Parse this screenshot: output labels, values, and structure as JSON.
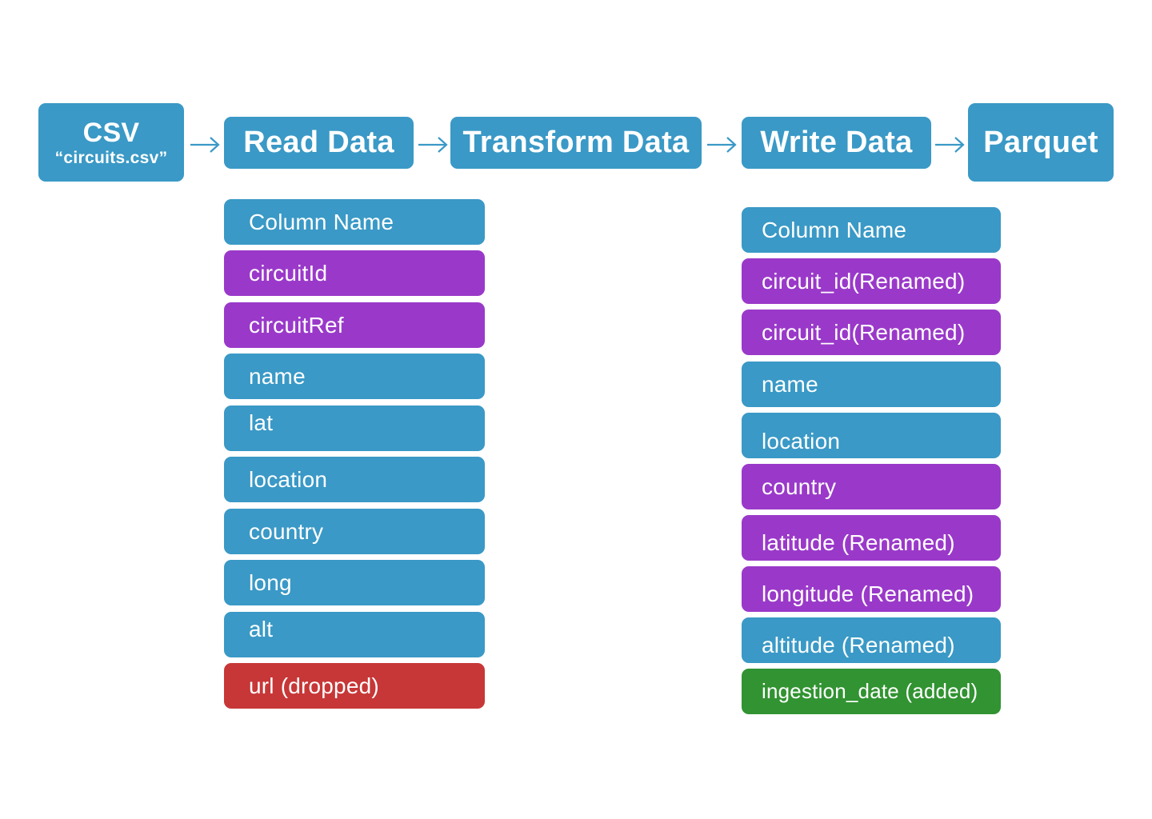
{
  "pipeline": {
    "source": {
      "title": "CSV",
      "subtitle": "“circuits.csv”"
    },
    "read": "Read Data",
    "transform": "Transform Data",
    "write": "Write Data",
    "sink": "Parquet"
  },
  "read_columns": {
    "header": "Column Name",
    "items": [
      {
        "label": "circuitId",
        "status": "renamed"
      },
      {
        "label": "circuitRef",
        "status": "renamed"
      },
      {
        "label": "name",
        "status": "kept"
      },
      {
        "label": "lat",
        "status": "kept"
      },
      {
        "label": "location",
        "status": "kept"
      },
      {
        "label": "country",
        "status": "kept"
      },
      {
        "label": "long",
        "status": "kept"
      },
      {
        "label": "alt",
        "status": "kept"
      },
      {
        "label": "url (dropped)",
        "status": "dropped"
      }
    ]
  },
  "write_columns": {
    "header": "Column Name",
    "items": [
      {
        "label": "circuit_id(Renamed)",
        "status": "renamed"
      },
      {
        "label": "circuit_id(Renamed)",
        "status": "renamed"
      },
      {
        "label": "name",
        "status": "kept"
      },
      {
        "label": "location",
        "status": "kept"
      },
      {
        "label": "country",
        "status": "renamed"
      },
      {
        "label": "latitude (Renamed)",
        "status": "renamed"
      },
      {
        "label": "longitude (Renamed)",
        "status": "renamed"
      },
      {
        "label": "altitude (Renamed)",
        "status": "kept"
      },
      {
        "label": "ingestion_date (added)",
        "status": "added"
      }
    ]
  },
  "colors": {
    "kept": "#3a99c6",
    "renamed": "#9a39c9",
    "dropped": "#c73737",
    "added": "#319331",
    "arrow": "#3a99c6"
  },
  "icons": {
    "flow_arrow": "right-arrow-icon"
  }
}
